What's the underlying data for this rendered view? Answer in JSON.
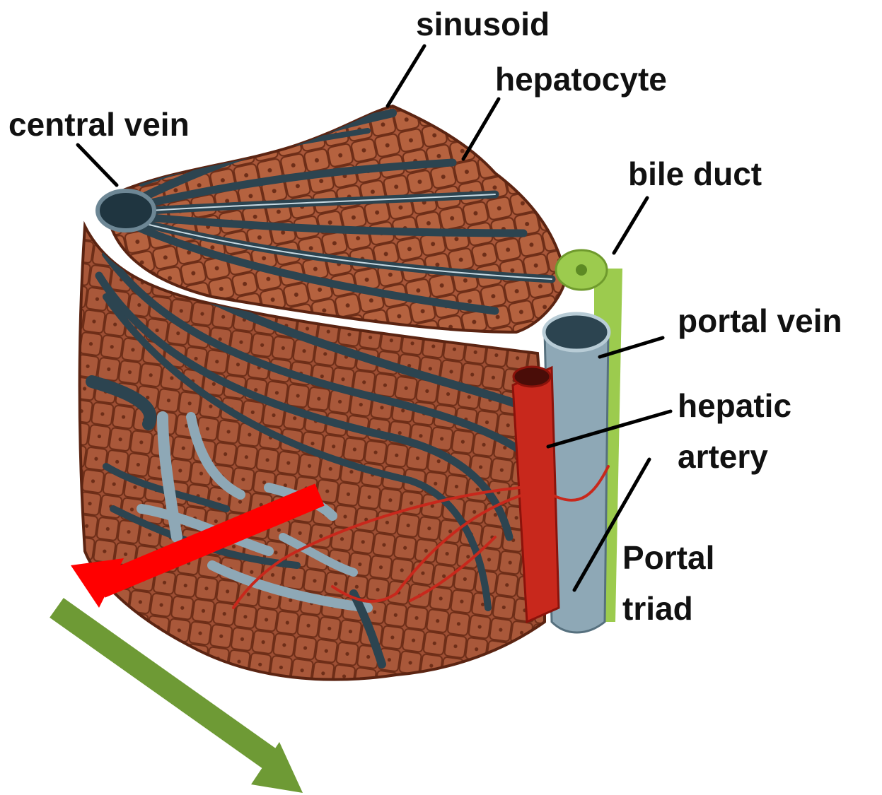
{
  "labels": {
    "sinusoid": "sinusoid",
    "hepatocyte": "hepatocyte",
    "central_vein": "central vein",
    "bile_duct": "bile duct",
    "portal_vein": "portal vein",
    "hepatic_artery_line1": "hepatic",
    "hepatic_artery_line2": "artery",
    "portal_triad_line1": "Portal",
    "portal_triad_line2": "triad"
  },
  "colors": {
    "background": "#ffffff",
    "hepatocyte": "#a9573a",
    "hepatocyte_border": "#6e2e18",
    "sinusoid": "#2c4450",
    "sinusoid_highlight": "#c9dbe4",
    "portal_vein": "#8ea8b6",
    "hepatic_artery": "#c8281c",
    "bile_duct": "#9ccb4e",
    "arrow_red": "#ff0000",
    "arrow_green": "#6e9a35",
    "text": "#111111"
  },
  "icons": [
    "liver-lobule-illustration",
    "blood-flow-arrow",
    "bile-flow-arrow"
  ]
}
